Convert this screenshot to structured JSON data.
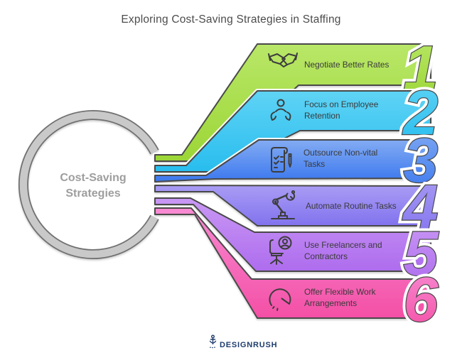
{
  "title": "Exploring Cost-Saving Strategies in Staffing",
  "center": {
    "line1": "Cost-Saving",
    "line2": "Strategies",
    "ring_color": "#c9c9c9",
    "text_color": "#9e9e9e"
  },
  "strategies": [
    {
      "number": "1",
      "label_line1": "Negotiate Better Rates",
      "label_line2": "",
      "icon": "handshake-icon",
      "color_top": "#b9e768",
      "color_bottom": "#9cd636"
    },
    {
      "number": "2",
      "label_line1": "Focus on Employee",
      "label_line2": "Retention",
      "icon": "employee-retention-icon",
      "color_top": "#5fd3f5",
      "color_bottom": "#28bdee"
    },
    {
      "number": "3",
      "label_line1": "Outsource Non-vital",
      "label_line2": "Tasks",
      "icon": "checklist-icon",
      "color_top": "#83abf3",
      "color_bottom": "#3b78ee"
    },
    {
      "number": "4",
      "label_line1": "Automate Routine Tasks",
      "label_line2": "",
      "icon": "robot-arm-icon",
      "color_top": "#a99cf4",
      "color_bottom": "#8172ee"
    },
    {
      "number": "5",
      "label_line1": "Use Freelancers and",
      "label_line2": "Contractors",
      "icon": "freelancer-chair-icon",
      "color_top": "#c998f4",
      "color_bottom": "#ae6cee"
    },
    {
      "number": "6",
      "label_line1": "Offer Flexible Work",
      "label_line2": "Arrangements",
      "icon": "flexible-time-icon",
      "color_top": "#f78bd3",
      "color_bottom": "#f44fa5"
    }
  ],
  "footer": {
    "logo_text": "DESIGNRUSH",
    "logo_color": "#1e3c6c"
  }
}
